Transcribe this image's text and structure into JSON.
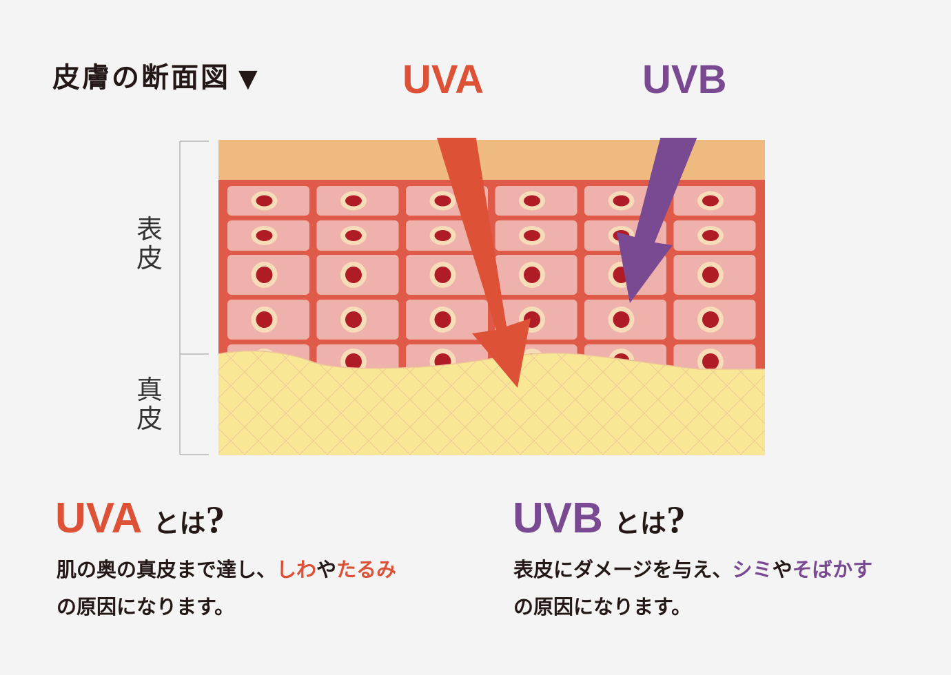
{
  "colors": {
    "uva": "#dd5236",
    "uvb": "#794a92",
    "stratum_corneum": "#f0bb81",
    "epidermis_bg": "#e05a4a",
    "cell_fill": "#efb1ab",
    "nucleus_ring": "#f6dcb8",
    "nucleus": "#b01c25",
    "dermis": "#f8e896",
    "dermis_lines": "#eec49a"
  },
  "title": {
    "text": "皮膚の断面図",
    "marker": "▼"
  },
  "rays": {
    "uva_label": "UVA",
    "uvb_label": "UVB"
  },
  "layers": {
    "epidermis": [
      "表",
      "皮"
    ],
    "dermis": [
      "真",
      "皮"
    ]
  },
  "uva_section": {
    "heading": "UVA",
    "suffix": "とは",
    "question": "?",
    "line1_prefix": "肌の奥の真皮まで達し、",
    "highlight1": "しわ",
    "connector": "や",
    "highlight2": "たるみ",
    "line2": "の原因になります。"
  },
  "uvb_section": {
    "heading": "UVB",
    "suffix": "とは",
    "question": "?",
    "line1_prefix": "表皮にダメージを与え、",
    "highlight1": "シミ",
    "connector": "や",
    "highlight2": "そばかす",
    "line2": "の原因になります。"
  }
}
